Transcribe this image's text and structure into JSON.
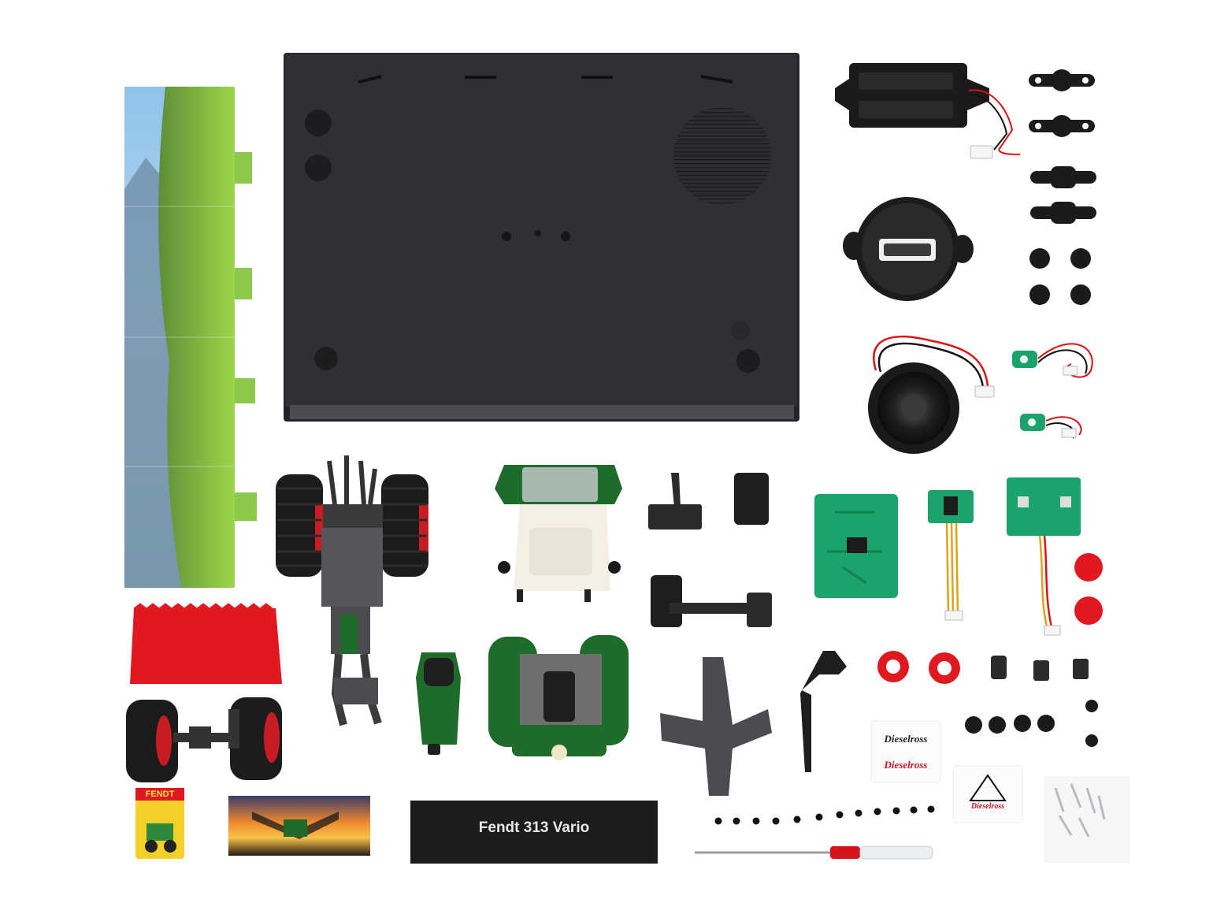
{
  "scene": {
    "subject": "Fendt 313 Vario model tractor kit laid out flat",
    "background_color": "#ffffff",
    "accent_colors": {
      "fendt_green": "#1f6b2a",
      "base_black": "#2e3033",
      "pcb_green": "#1aa36a",
      "red": "#e0181f",
      "cream": "#f3efe4"
    }
  },
  "labels": {
    "nameplate": "Fendt 313 Vario",
    "tin_brand": "FENDT",
    "sticker_brand_1": "Dieselross",
    "sticker_brand_2": "Dieselross",
    "logo_card_brand": "Dieselross"
  }
}
